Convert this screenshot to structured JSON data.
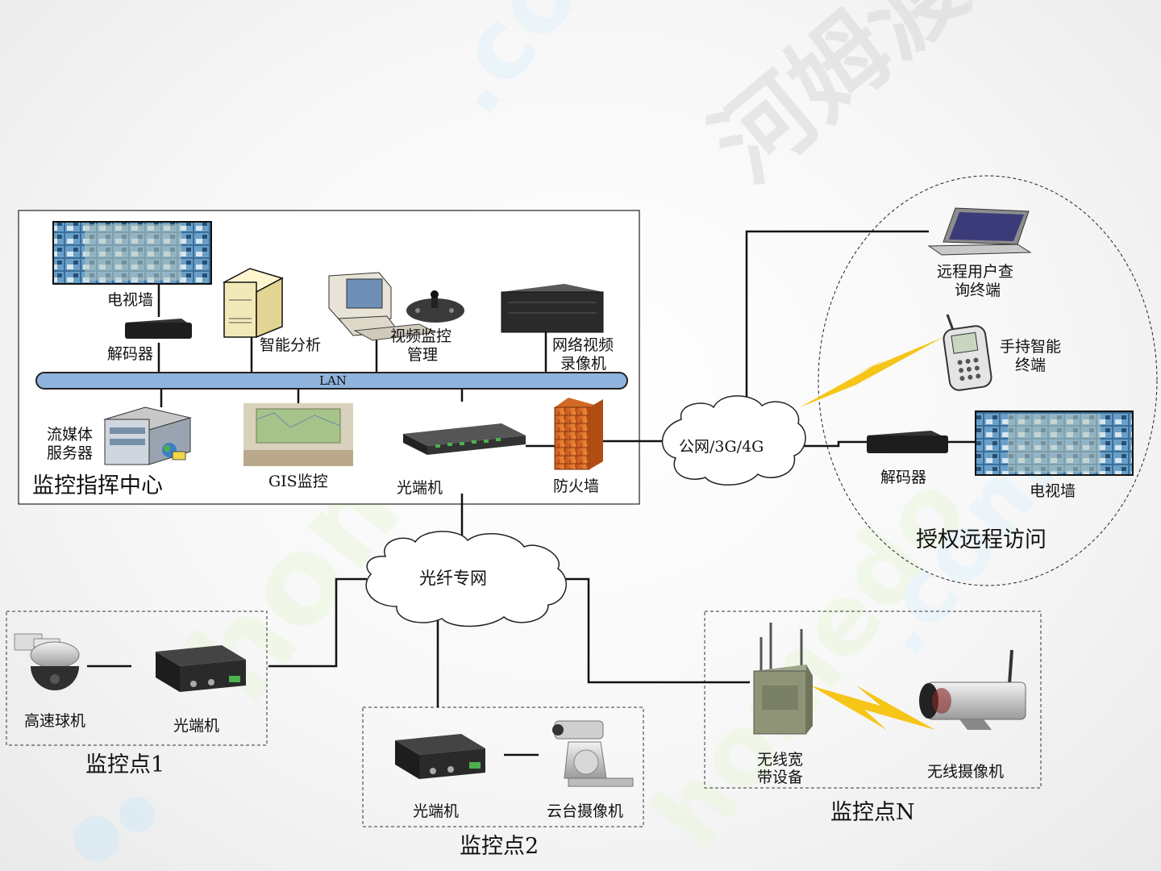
{
  "center": {
    "title": "监控指挥中心",
    "tv_wall": "电视墙",
    "decoder": "解码器",
    "smart_analysis": "智能分析",
    "video_mgmt_line1": "视频监控",
    "video_mgmt_line2": "管理",
    "nvr_line1": "网络视频",
    "nvr_line2": "录像机",
    "lan": "LAN",
    "streaming_line1": "流媒体",
    "streaming_line2": "服务器",
    "gis": "GIS监控",
    "optical_terminal": "光端机",
    "firewall": "防火墙"
  },
  "public_net": "公网/3G/4G",
  "fiber_net": "光纤专网",
  "remote": {
    "title": "授权远程访问",
    "query_line1": "远程用户查",
    "query_line2": "询终端",
    "handheld_line1": "手持智能",
    "handheld_line2": "终端",
    "decoder": "解码器",
    "tv_wall": "电视墙"
  },
  "site1": {
    "title": "监控点1",
    "dome_camera": "高速球机",
    "optical_terminal": "光端机"
  },
  "site2": {
    "title": "监控点2",
    "optical_terminal": "光端机",
    "ptz_camera": "云台摄像机"
  },
  "siteN": {
    "title": "监控点N",
    "wireless_line1": "无线宽",
    "wireless_line2": "带设备",
    "wireless_camera": "无线摄像机"
  },
  "watermark": "homedo.com 河姆渡"
}
